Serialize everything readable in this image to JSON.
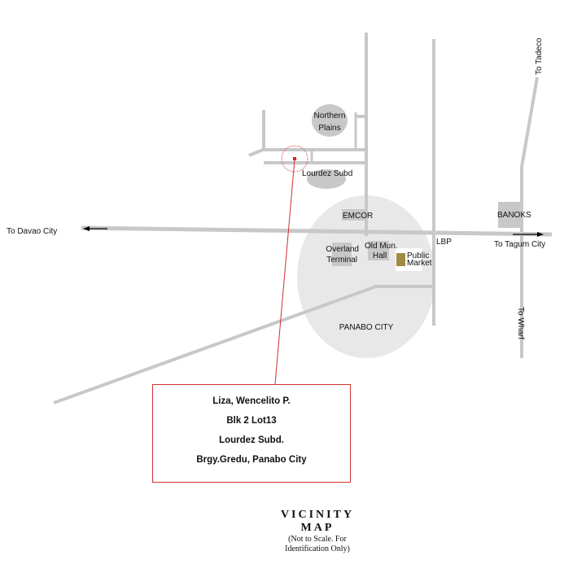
{
  "labels": {
    "to_davao": "To Davao  City",
    "to_tagum": "To Tagum  City",
    "to_tadeco": "To Tadeco",
    "to_wharf": "To Wharf",
    "northern_plains_1": "Northern",
    "northern_plains_2": "Plains",
    "lourdez": "Lourdez Subd",
    "emcor": "EMCOR",
    "overland_1": "Overland",
    "overland_2": "Terminal",
    "oldmun_1": "Old Mun.",
    "oldmun_2": "Hall",
    "market_1": "Public",
    "market_2": "Market",
    "lbp": "LBP",
    "banoks": "BANOKS",
    "city": "PANABO CITY"
  },
  "address": [
    "Liza, Wencelito P.",
    "Blk 2 Lot13",
    "Lourdez Subd.",
    "Brgy.Gredu, Panabo City"
  ],
  "title": {
    "line1": "VICINITY",
    "line2": "MAP",
    "note1": "(Not to Scale. For",
    "note2": "Identification Only)"
  },
  "colors": {
    "road": "#c8c8c8",
    "marker": "#e02020",
    "area": "#e8e8e8"
  }
}
